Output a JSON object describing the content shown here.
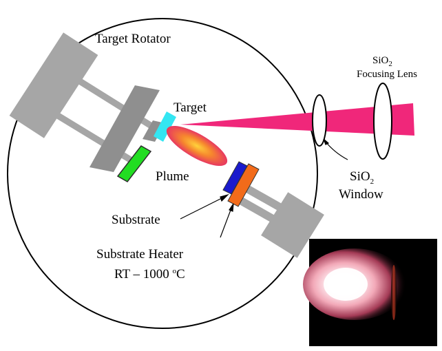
{
  "labels": {
    "target_rotator": "Target Rotator",
    "target": "Target",
    "plume": "Plume",
    "substrate": "Substrate",
    "substrate_heater": "Substrate Heater",
    "temp_range_prefix": "RT – 1000 ",
    "temp_range_sup": "o",
    "temp_range_unit": "C",
    "lens_chem_main": "SiO",
    "lens_chem_sub": "2",
    "lens_desc": "Focusing Lens",
    "window_chem_main": "SiO",
    "window_chem_sub": "2",
    "window_desc": "Window"
  },
  "colors": {
    "chamber_stroke": "#000000",
    "hardware_gray": "#a6a6a6",
    "target_cyan": "#33e6f2",
    "green_target": "#22dd22",
    "substrate_blue": "#1a1acc",
    "heater_orange": "#f26b1a",
    "laser_pink": "#f0277a",
    "photo_background": "#000000"
  }
}
